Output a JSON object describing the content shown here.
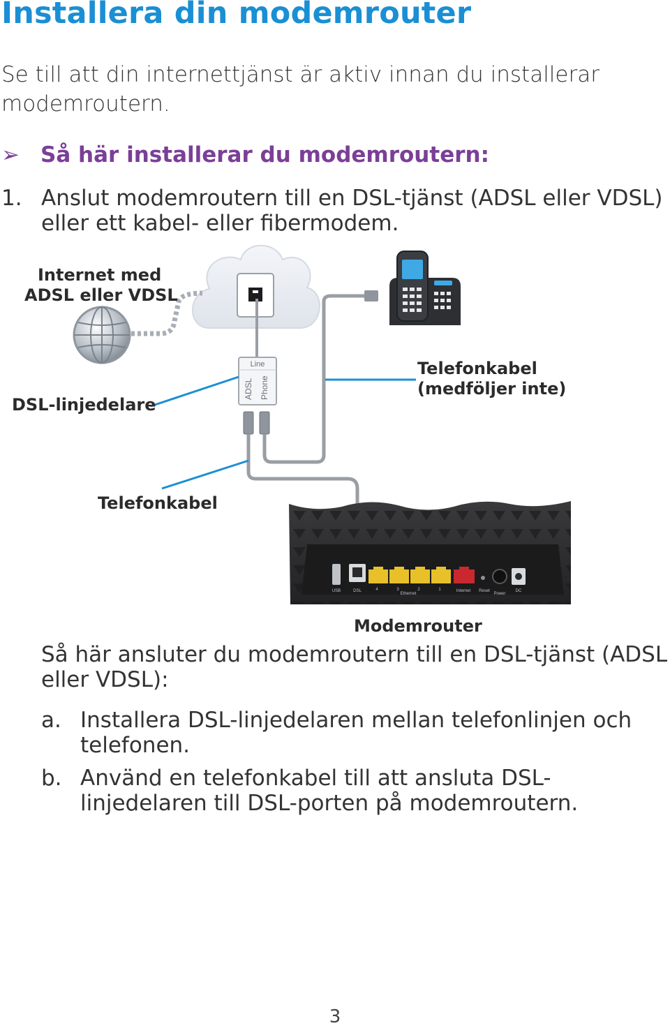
{
  "heading": "Installera din modemrouter",
  "intro": "Se till att din internettjänst är aktiv innan du installerar modemroutern.",
  "section_title": "Så här installerar du modemroutern:",
  "steps": [
    {
      "number": "1.",
      "text": "Anslut modemroutern till en DSL-tjänst (ADSL eller VDSL) eller ett kabel- eller fibermodem."
    }
  ],
  "diagram": {
    "internet_label_line1": "Internet med",
    "internet_label_line2": "ADSL eller VDSL",
    "splitter_label": "DSL-linjedelare",
    "phone_cable_label_line1": "Telefonkabel",
    "phone_cable_label_line2": "(medföljer inte)",
    "cable_label": "Telefonkabel",
    "router_label": "Modemrouter",
    "splitter_ports": {
      "line": "Line",
      "adsl": "ADSL",
      "phone": "Phone"
    },
    "router_ports": [
      "USB",
      "DSL",
      "4",
      "3",
      "2",
      "1",
      "Internet",
      "Reset",
      "Power",
      "DC"
    ],
    "router_ethernet_label": "Ethernet",
    "colors": {
      "callout_line": "#1a8fd4",
      "cable": "#9a9ea4",
      "lan_ports": "#e8c12a",
      "wan_port": "#c8282e",
      "router_body": "#2f2f31",
      "cloud": "#e9edf3"
    },
    "icons": [
      "globe-icon",
      "cloud-icon",
      "wall-jack-icon",
      "telephone-icon",
      "splitter-icon",
      "router-icon"
    ]
  },
  "para2": "Så här ansluter du modemroutern till en DSL-tjänst (ADSL eller VDSL):",
  "substeps": [
    {
      "letter": "a.",
      "text": "Installera DSL-linjedelaren mellan telefonlinjen och telefonen."
    },
    {
      "letter": "b.",
      "text": "Använd en telefonkabel till att ansluta DSL-linjedelaren till DSL-porten på modemroutern."
    }
  ],
  "page_number": "3"
}
